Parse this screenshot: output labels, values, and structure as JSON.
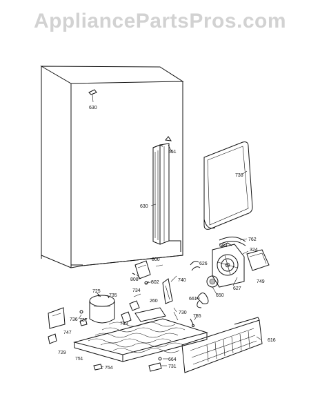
{
  "watermark": "AppliancePartsPros.com",
  "labels": {
    "l630a": "630",
    "l630b": "630",
    "l551": "551",
    "l738": "738",
    "l762": "762",
    "l683": "683",
    "l324": "324",
    "l800": "800",
    "l626": "626",
    "l808": "808",
    "l802": "802",
    "l740": "740",
    "l627": "627",
    "l749": "749",
    "l725": "725",
    "l735": "735",
    "l734": "734",
    "l661": "661",
    "l650": "650",
    "l260": "260",
    "l730": "730",
    "l755": "755",
    "l736": "736",
    "l737": "737",
    "l733": "733",
    "l747": "747",
    "l729": "729",
    "l751": "751",
    "l754": "754",
    "l664": "664",
    "l731": "731",
    "l616": "616"
  }
}
